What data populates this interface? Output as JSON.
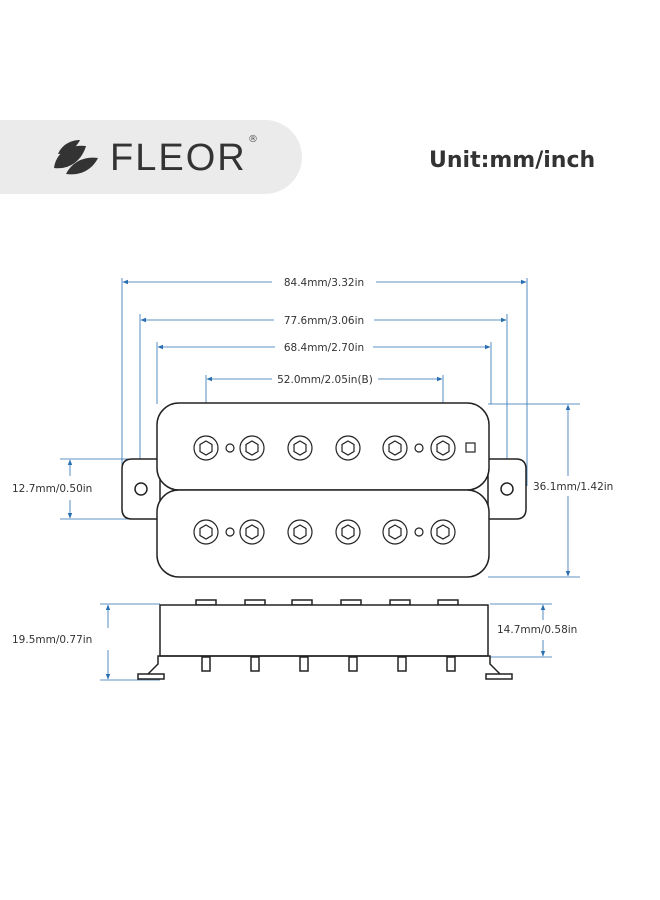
{
  "brand": {
    "name": "FLEOR",
    "registered_mark": "®",
    "logo_icon": "leaf-icon"
  },
  "unit_label": "Unit:mm/inch",
  "dimensions": {
    "overall_length": "84.4mm/3.32in",
    "mounting_hole_spacing": "77.6mm/3.06in",
    "cover_length": "68.4mm/2.70in",
    "pole_spacing": "52.0mm/2.05in(B)",
    "ear_width": "12.7mm/0.50in",
    "cover_width": "36.1mm/1.42in",
    "total_height": "19.5mm/0.77in",
    "base_height": "14.7mm/0.58in"
  },
  "colors": {
    "dimension_line": "#2a6fb0",
    "outline": "#222222",
    "banner": "#ebebeb"
  }
}
